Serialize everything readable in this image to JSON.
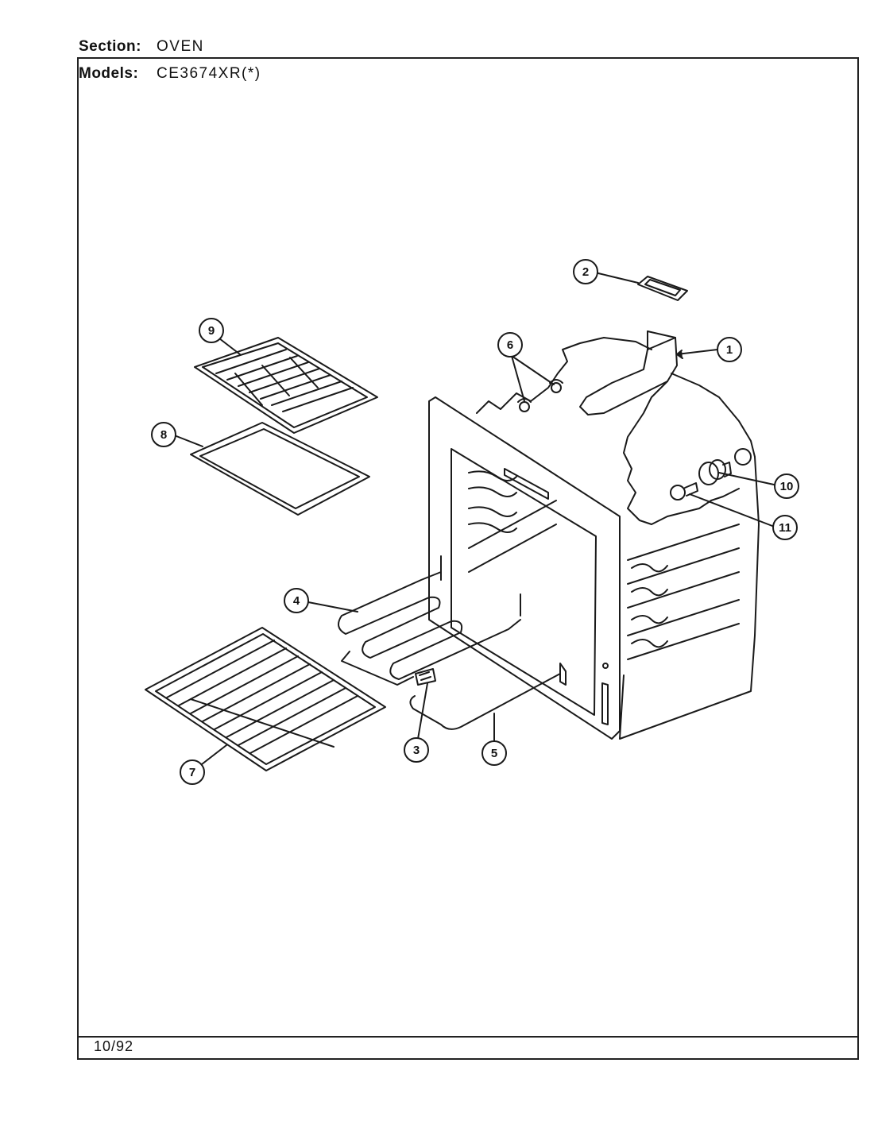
{
  "header": {
    "section_label": "Section:",
    "section_value": "OVEN",
    "models_label": "Models:",
    "models_value": "CE3674XR(*)"
  },
  "footer": {
    "date": "10/92"
  },
  "callouts": [
    {
      "id": "c1",
      "num": "1"
    },
    {
      "id": "c2",
      "num": "2"
    },
    {
      "id": "c3",
      "num": "3"
    },
    {
      "id": "c4",
      "num": "4"
    },
    {
      "id": "c5",
      "num": "5"
    },
    {
      "id": "c6",
      "num": "6"
    },
    {
      "id": "c7",
      "num": "7"
    },
    {
      "id": "c8",
      "num": "8"
    },
    {
      "id": "c9",
      "num": "9"
    },
    {
      "id": "c10",
      "num": "10"
    },
    {
      "id": "c11",
      "num": "11"
    }
  ]
}
